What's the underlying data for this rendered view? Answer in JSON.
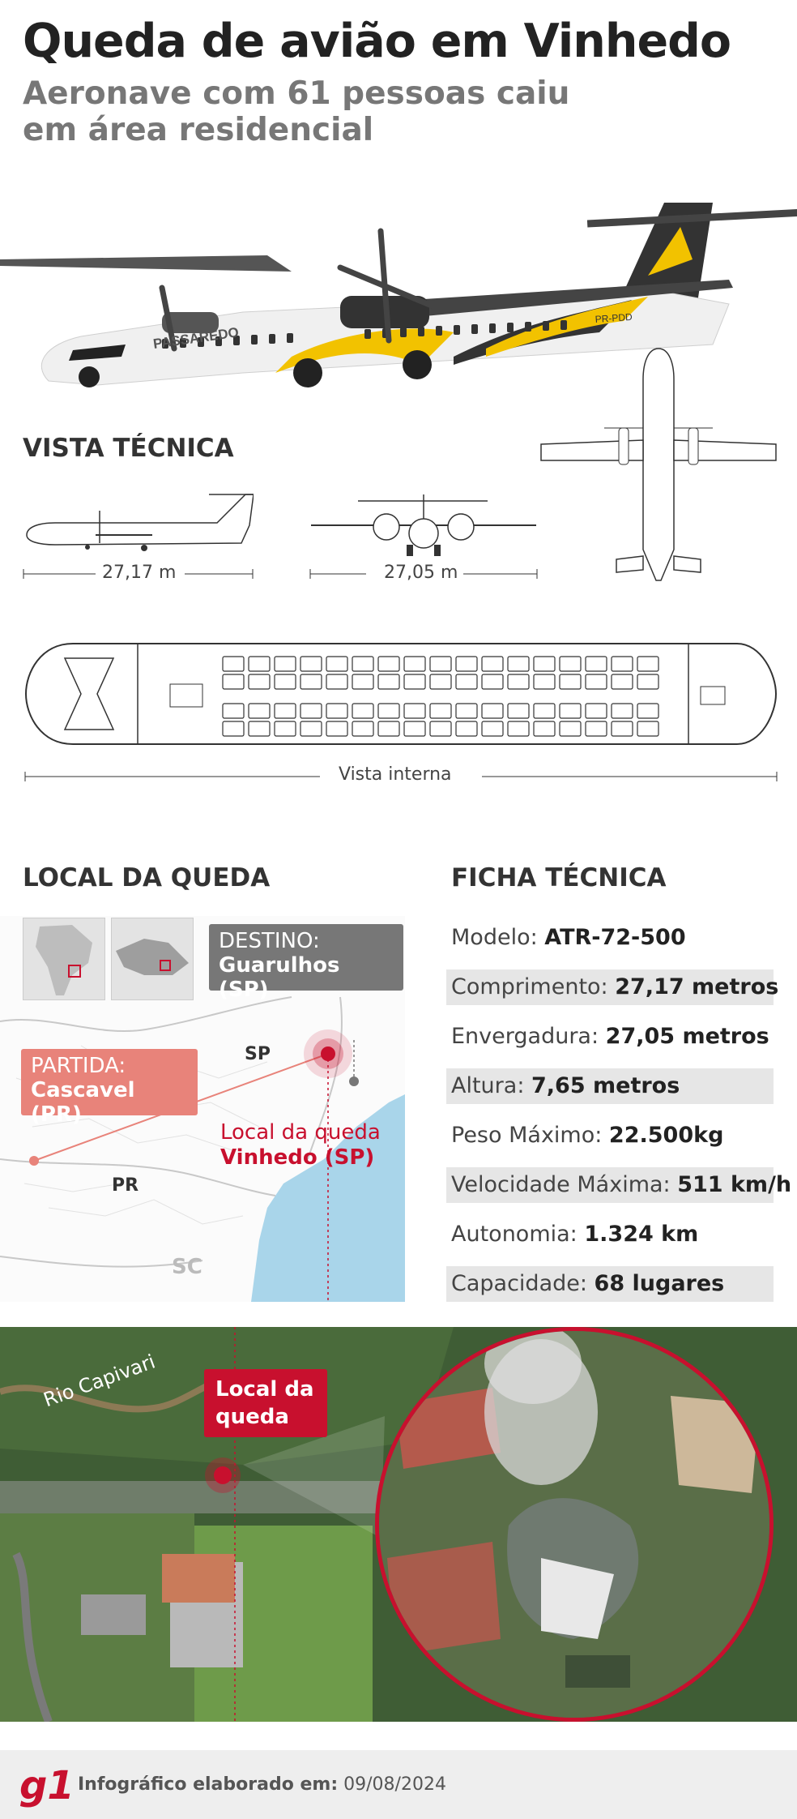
{
  "header": {
    "title": "Queda de avião em Vinhedo",
    "subtitle": "Aeronave com 61 pessoas caiu em área residencial"
  },
  "aircraft": {
    "livery": "PASSAREDO",
    "registration": "PR-PDD"
  },
  "technical_view": {
    "heading": "VISTA TÉCNICA",
    "length_label": "27,17 m",
    "wingspan_label": "27,05 m",
    "interior_label": "Vista interna"
  },
  "crash_site": {
    "heading": "LOCAL DA QUEDA",
    "destination_label": "DESTINO:",
    "destination_city": "Guarulhos (SP)",
    "departure_label": "PARTIDA:",
    "departure_city": "Cascavel (PR)",
    "crash_label": "Local da queda",
    "crash_city": "Vinhedo (SP)",
    "states": [
      "SP",
      "PR",
      "SC"
    ]
  },
  "spec_sheet": {
    "heading": "FICHA TÉCNICA",
    "rows": [
      {
        "label": "Modelo: ",
        "value": "ATR-72-500"
      },
      {
        "label": "Comprimento: ",
        "value": "27,17 metros"
      },
      {
        "label": "Envergadura: ",
        "value": "27,05 metros"
      },
      {
        "label": "Altura: ",
        "value": "7,65 metros"
      },
      {
        "label": "Peso Máximo: ",
        "value": "22.500kg"
      },
      {
        "label": "Velocidade Máxima: ",
        "value": "511 km/h"
      },
      {
        "label": "Autonomia: ",
        "value": "1.324 km"
      },
      {
        "label": "Capacidade: ",
        "value": "68 lugares"
      }
    ]
  },
  "aerial": {
    "river_label": "Rio Capivari",
    "crash_tag": "Local da queda"
  },
  "footer": {
    "logo": "g1",
    "credit_label": "Infográfico elaborado em:",
    "date": "09/08/2024"
  },
  "colors": {
    "accent_red": "#c8102e",
    "livery_yellow": "#f2c200",
    "tag_gray": "#777777",
    "tag_pink": "#e8837a",
    "water": "#a9d5ea"
  }
}
